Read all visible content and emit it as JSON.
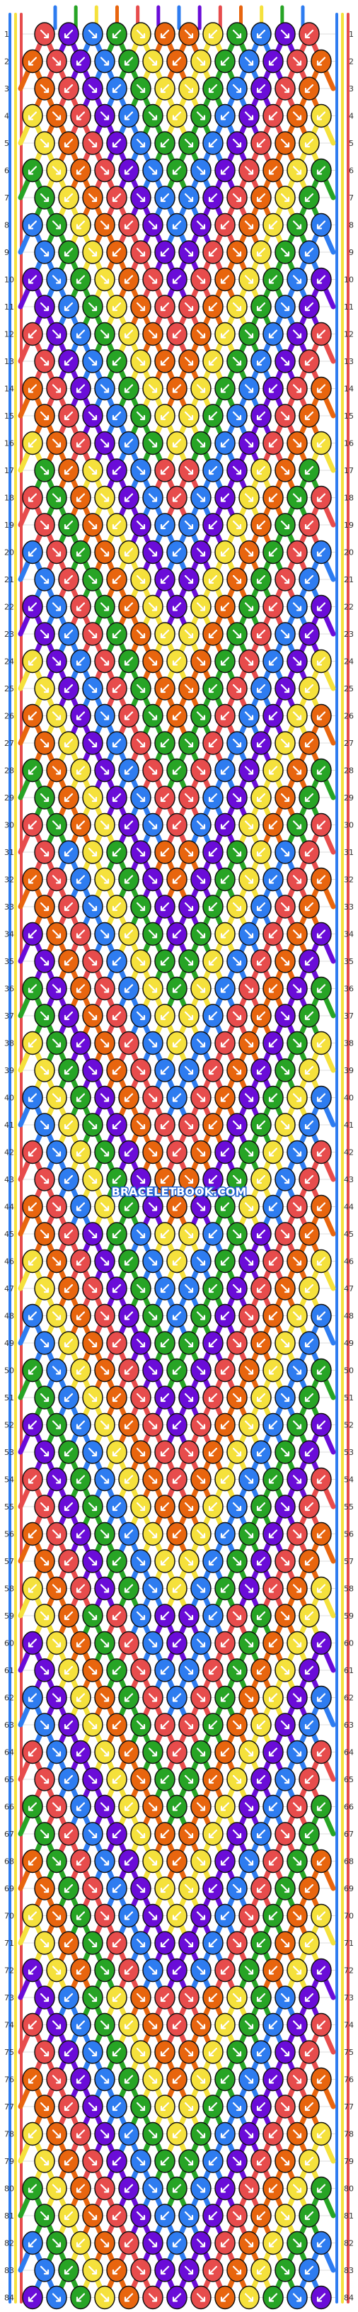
{
  "watermark": "BRACELETBOOK.COM",
  "row_count": 84,
  "colors": {
    "red": "#e74c4c",
    "orange": "#e8650e",
    "yellow": "#f5e13c",
    "green": "#27a425",
    "blue": "#2e7cf0",
    "purple": "#6a0cd8",
    "outline": "#111111",
    "grid": "#dcdcdc"
  },
  "strings_top": [
    "blue",
    "green",
    "yellow",
    "orange",
    "red",
    "purple",
    "blue",
    "purple",
    "red",
    "orange",
    "yellow",
    "green",
    "blue"
  ],
  "bands": [
    {
      "rows": [
        1,
        16
      ],
      "palette": [
        "red",
        "orange",
        "yellow",
        "green",
        "blue",
        "purple"
      ]
    },
    {
      "rows": [
        17,
        30
      ],
      "palette": [
        "yellow",
        "orange",
        "green",
        "red",
        "blue",
        "purple"
      ]
    },
    {
      "rows": [
        31,
        44
      ],
      "palette": [
        "green",
        "yellow",
        "blue",
        "red",
        "orange",
        "purple"
      ]
    },
    {
      "rows": [
        45,
        58
      ],
      "palette": [
        "blue",
        "green",
        "purple",
        "red",
        "orange",
        "yellow"
      ]
    },
    {
      "rows": [
        59,
        72
      ],
      "palette": [
        "purple",
        "blue",
        "red",
        "green",
        "orange",
        "yellow"
      ]
    },
    {
      "rows": [
        73,
        84
      ],
      "palette": [
        "purple",
        "red",
        "orange",
        "yellow",
        "green",
        "blue"
      ]
    }
  ],
  "knot_icons": [
    "arrow-down-right-icon",
    "arrow-down-left-icon"
  ]
}
